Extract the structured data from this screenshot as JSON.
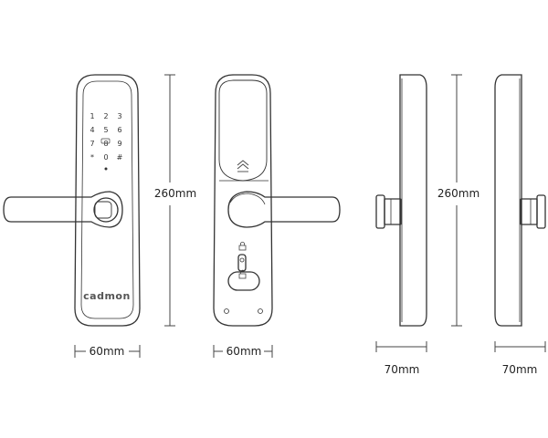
{
  "brand": "cadmon",
  "keypad": {
    "keys": [
      "1",
      "2",
      "3",
      "4",
      "5",
      "6",
      "7",
      "8",
      "9",
      "*",
      "0",
      "#"
    ]
  },
  "dimensions": {
    "front_height": "260mm",
    "front_width": "60mm",
    "back_width": "60mm",
    "side_height": "260mm",
    "side1_depth": "70mm",
    "side2_depth": "70mm"
  },
  "colors": {
    "line": "#333333",
    "dim_line": "#444444"
  }
}
